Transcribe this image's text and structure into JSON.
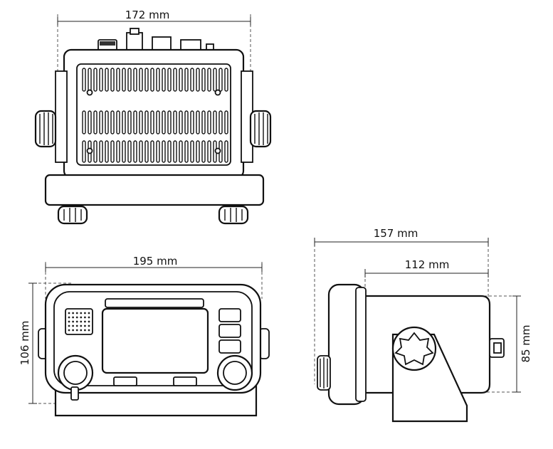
{
  "dimensions": {
    "top_width": "172 mm",
    "front_width": "195 mm",
    "front_height": "106 mm",
    "side_depth": "157 mm",
    "side_body_depth": "112 mm",
    "side_height": "85 mm"
  },
  "colors": {
    "line": "#111111",
    "background": "#ffffff"
  }
}
